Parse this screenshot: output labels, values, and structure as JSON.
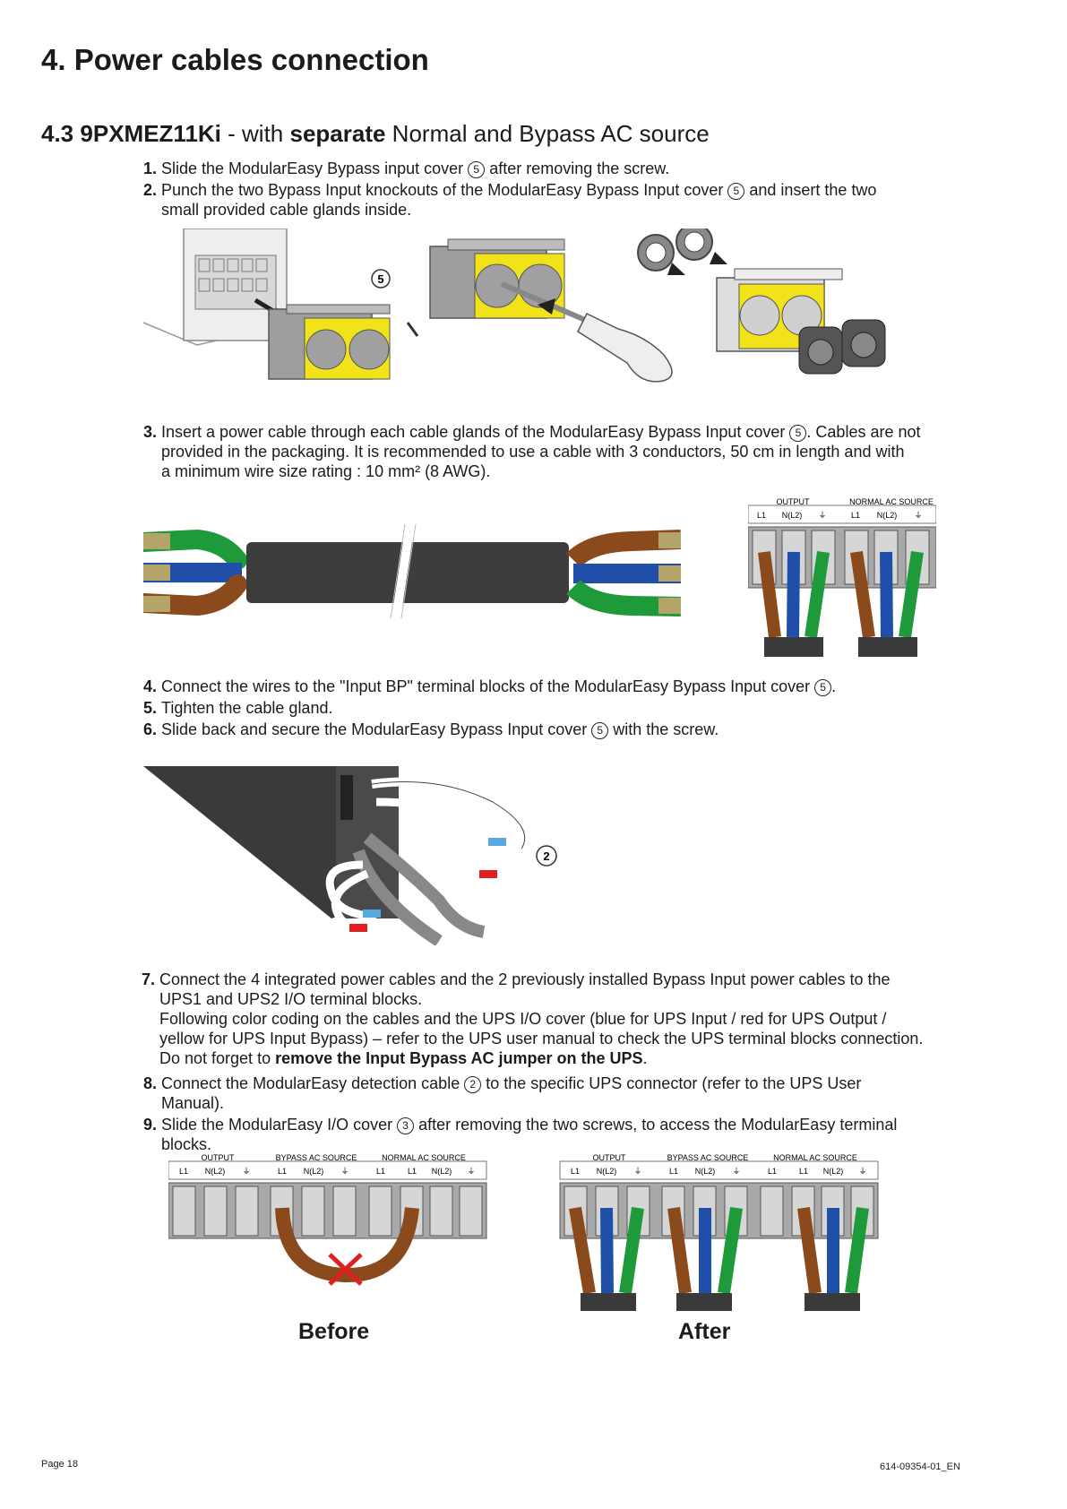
{
  "page": {
    "title": "4. Power cables connection",
    "section_number": "4.3",
    "section_model": "9PXMEZ11Ki",
    "section_mid1": " - with ",
    "section_bold": "separate",
    "section_mid2": " Normal and Bypass AC source"
  },
  "steps": [
    {
      "n": "1.",
      "parts": [
        "Slide the ModularEasy Bypass input cover ",
        " after removing the screw."
      ],
      "ref": "5"
    },
    {
      "n": "2.",
      "line1a": "Punch the two Bypass Input knockouts of the ModularEasy Bypass Input cover ",
      "ref": "5",
      "line1b": " and insert the two",
      "line2": "small provided cable glands inside."
    },
    {
      "n": "3.",
      "line1a": "Insert a power cable through each cable glands of the ModularEasy Bypass Input cover ",
      "ref": "5",
      "line1b": ". Cables are not",
      "line2": "provided in the packaging. It is recommended to use a cable with 3 conductors, 50 cm in length and with",
      "line3": "a minimum wire size rating : 10 mm² (8 AWG)."
    },
    {
      "n": "4.",
      "parts": [
        "Connect the wires to the \"Input BP\" terminal blocks of the ModularEasy Bypass Input cover ",
        "."
      ],
      "ref": "5"
    },
    {
      "n": "5.",
      "text": "Tighten the cable gland."
    },
    {
      "n": "6.",
      "parts": [
        "Slide back and secure the ModularEasy Bypass Input cover ",
        " with the screw."
      ],
      "ref": "5"
    },
    {
      "n": "7.",
      "line1": "Connect the 4 integrated power cables and the 2 previously installed Bypass Input power cables to the",
      "line2": "UPS1 and UPS2 I/O terminal blocks.",
      "line3": "Following color coding on the cables and the UPS I/O cover (blue for UPS Input / red for UPS Output /",
      "line4": "yellow for UPS Input Bypass) – refer to the UPS user manual to check the UPS terminal blocks connection.",
      "line5a": "Do not forget to ",
      "line5b": "remove the Input Bypass AC jumper on the UPS",
      "line5c": "."
    },
    {
      "n": "8.",
      "line1a": "Connect the ModularEasy detection cable ",
      "ref": "2",
      "line1b": " to the specific UPS connector (refer to the UPS User",
      "line2": "Manual)."
    },
    {
      "n": "9.",
      "line1a": "Slide the ModularEasy I/O cover ",
      "ref": "3",
      "line1b": " after removing the two screws, to access the ModularEasy terminal",
      "line2": "blocks."
    }
  ],
  "figures": {
    "fig1_ref": "5",
    "fig4_ref": "2",
    "terminal_small": {
      "group1": "OUTPUT",
      "group2": "NORMAL AC SOURCE",
      "labels": [
        "L1",
        "N(L2)",
        "⏚",
        "L1",
        "N(L2)",
        "⏚"
      ]
    },
    "terminal_before": {
      "group1": "OUTPUT",
      "group2": "BYPASS AC SOURCE",
      "group3": "NORMAL AC SOURCE",
      "labels": [
        "L1",
        "N(L2)",
        "⏚",
        "L1",
        "N(L2)",
        "⏚",
        "L1",
        "L1",
        "N(L2)",
        "⏚"
      ]
    },
    "terminal_after": {
      "group1": "OUTPUT",
      "group2": "BYPASS AC SOURCE",
      "group3": "NORMAL AC SOURCE",
      "labels": [
        "L1",
        "N(L2)",
        "⏚",
        "L1",
        "N(L2)",
        "⏚",
        "L1",
        "L1",
        "N(L2)",
        "⏚"
      ]
    }
  },
  "captions": {
    "before": "Before",
    "after": "After"
  },
  "footer": {
    "page": "Page 18",
    "doc": "614-09354-01_EN"
  },
  "colors": {
    "brown": "#8a4a1c",
    "blue": "#1f4fa8",
    "green": "#1e9a3a",
    "yellow": "#f2e21a",
    "grey": "#a9a9a9",
    "dark": "#3a3a3a",
    "red": "#e02020"
  }
}
